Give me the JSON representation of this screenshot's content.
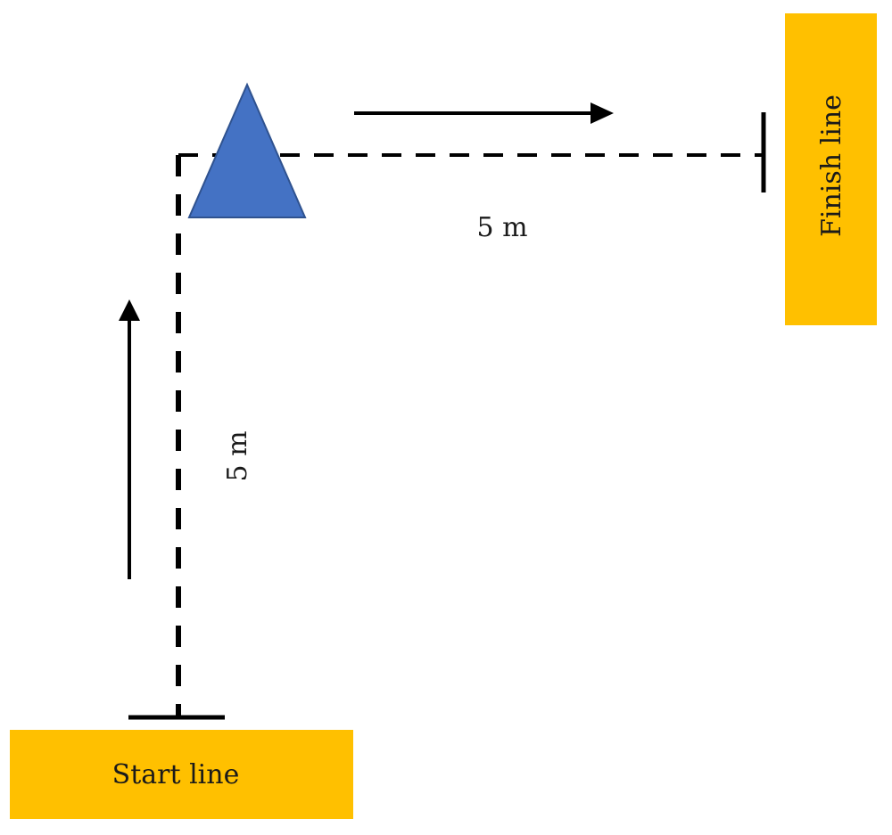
{
  "start_box": {
    "label": "Start line",
    "color": "#FFC000"
  },
  "finish_box": {
    "label": "Finish line",
    "color": "#FFC000"
  },
  "cone": {
    "shape": "triangle",
    "color": "#4472C4",
    "border_color": "#2F528F"
  },
  "segments": {
    "vertical_distance": "5 m",
    "horizontal_distance": "5 m"
  },
  "line_color": "#000000"
}
